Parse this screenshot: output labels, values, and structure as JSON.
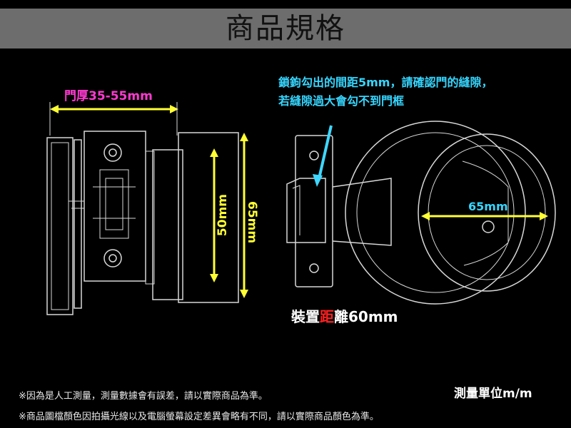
{
  "header": {
    "title": "商品規格"
  },
  "left_diagram": {
    "door_thickness_label": "門厚35-55mm",
    "dim_50_label": "50mm",
    "dim_65_label": "65mm"
  },
  "right_diagram": {
    "latch_note_line1": "鎖鉤勾出的間距5mm，請確認門的縫隙，",
    "latch_note_line2": "若縫隙過大會勾不到門框",
    "diameter_label": "65mm",
    "backset_prefix": "裝置",
    "backset_highlight": "距",
    "backset_suffix": "離60mm"
  },
  "footer": {
    "unit_label": "測量單位m/m",
    "note_1": "※因為是人工測量，測量數據會有誤差，請以實際商品為準。",
    "note_2": "※商品圖檔顏色因拍攝光線以及電腦螢幕設定差異會略有不同，請以實際商品顏色為準。"
  },
  "colors": {
    "background": "#000000",
    "banner": "#6d6d6d",
    "dimension_line": "#ffff33",
    "door_label": "#ff3ad0",
    "note_text": "#36d6ff",
    "pointer_arrow": "#3fd7ff",
    "outline": "#d8d8d8"
  }
}
